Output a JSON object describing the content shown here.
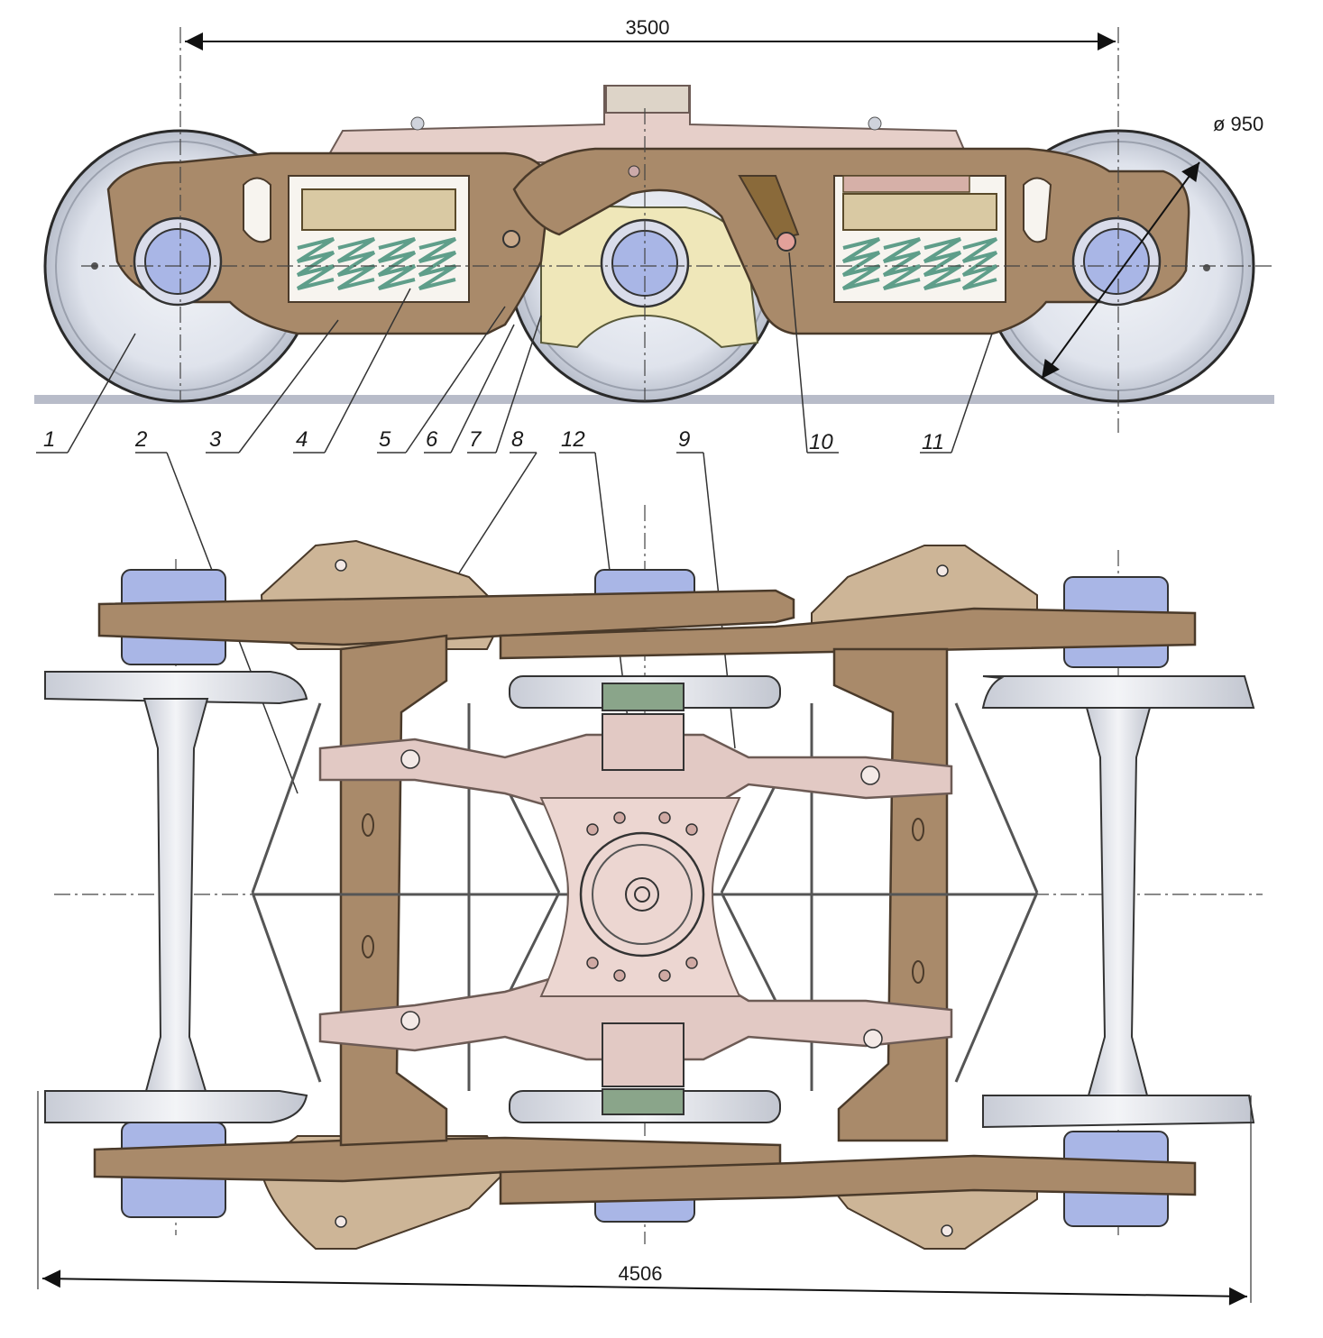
{
  "dimensions": {
    "wheelbase": "3500",
    "wheel_diameter": "ø 950",
    "overall_length": "4506"
  },
  "callouts": [
    "1",
    "2",
    "3",
    "4",
    "5",
    "6",
    "7",
    "8",
    "12",
    "9",
    "10",
    "11"
  ],
  "colors": {
    "frame": "#a98a6a",
    "bolster": "#e2c9c4",
    "wheel": "#dfe3ec",
    "axlebox": "#a9b6e6",
    "spring": "#5f9e8a",
    "rail": "#b8bcc9"
  }
}
